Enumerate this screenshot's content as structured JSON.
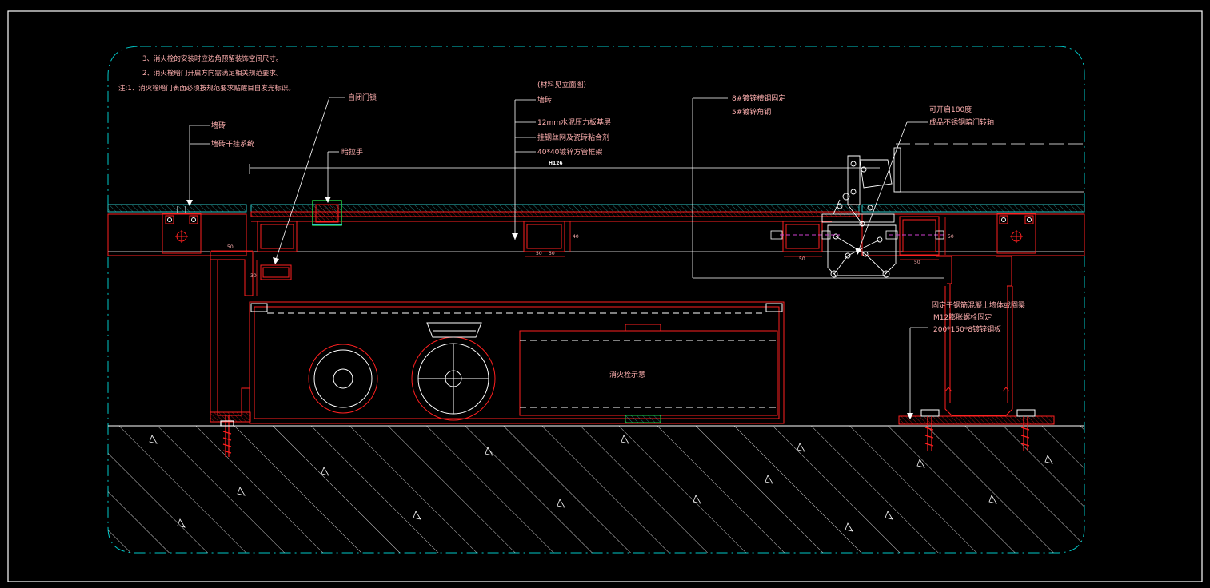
{
  "colors": {
    "background": "#000000",
    "frame": "#ffffff",
    "border": "#00c8c8",
    "primary": "#ff2020",
    "text": "#ffb0b0",
    "leader": "#ffffff",
    "glass": "#2ec6c6",
    "accent_green": "#22cc44",
    "accent_magenta": "#d040d0"
  },
  "notes": [
    "3、消火栓的安装时应边角预留装饰空间尺寸。",
    "2、消火栓暗门开启方向需满足相关规范要求。",
    "注:1、消火栓暗门表面必须按规范要求贴醒目自发光标识。"
  ],
  "labels": {
    "stone_top": "墙砖",
    "stone_system": "墙砖干挂系统",
    "hinge_top": "自闭门锁",
    "handle": "暗拉手",
    "material_ref": "(材料见立面图)",
    "stone_mid": "墙砖",
    "board": "12mm水泥压力板基层",
    "glue": "挂钢丝网及瓷砖粘合剂",
    "frame": "40*40镀锌方管框架",
    "tag": "H126",
    "steel_8": "8#镀锌槽钢固定",
    "steel_5": "5#镀锌角钢",
    "open180": "可开启180度",
    "hinge_right": "成品不锈钢暗门转轴",
    "cabinet": "消火栓示意",
    "fix1": "固定于钢筋混凝土墙体或圈梁",
    "fix2": "M12膨胀螺栓固定",
    "fix3": "200*150*8镀锌钢板"
  },
  "dims": {
    "d50a": "50",
    "d50b": "50",
    "d50c": "50",
    "d50d": "50",
    "d50e": "50",
    "d30": "30",
    "d40": "40",
    "d50f": "50"
  }
}
